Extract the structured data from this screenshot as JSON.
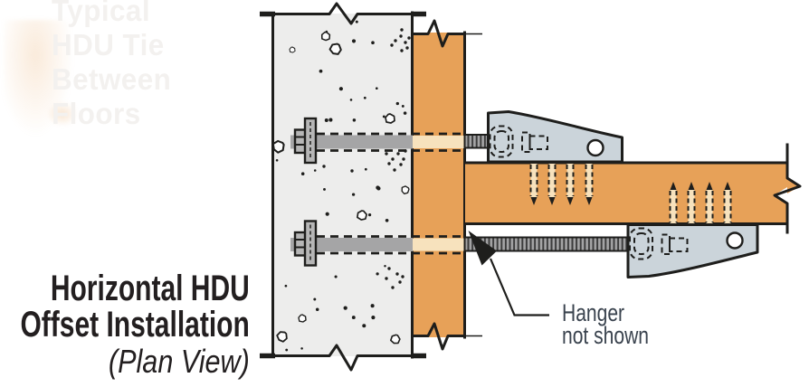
{
  "figure": {
    "ghost_heading": {
      "lines": [
        "Typical",
        "HDU Tie",
        "Between",
        "Floors"
      ]
    },
    "title": {
      "line1": "Horizontal HDU",
      "line2": "Offset Installation",
      "line3": "(Plan View)"
    },
    "callout": {
      "line1": "Hanger",
      "line2": "not shown"
    }
  },
  "colors": {
    "concrete": "#ededec",
    "wood": "#e7a158",
    "wood_light": "#f7e2bd",
    "steel_rod": "#a5a5a6",
    "steel_plate": "#b6b6b6",
    "bracket": "#cbd4da",
    "line": "#1e1e1c",
    "title_text": "#231f20",
    "callout_text": "#3a434e",
    "ghost_text": "#f3f1ef"
  }
}
